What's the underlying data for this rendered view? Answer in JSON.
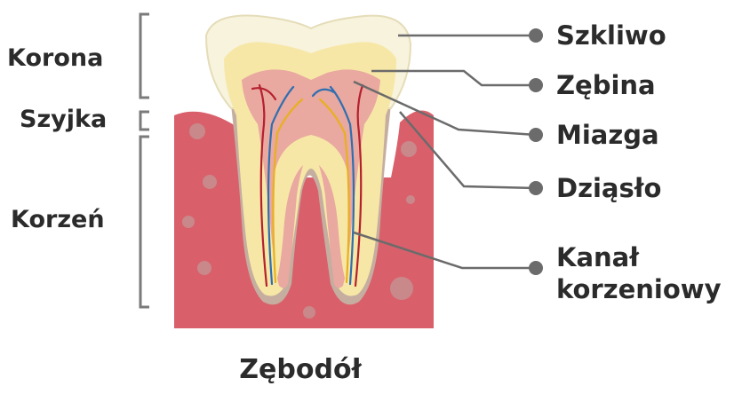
{
  "sections": {
    "crown": "Korona",
    "neck": "Szyjka",
    "root": "Korzeń"
  },
  "parts": {
    "enamel": "Szkliwo",
    "dentin": "Zębina",
    "pulp": "Miazga",
    "gum": "Dziąsło",
    "canal_line1": "Kanał",
    "canal_line2": "korzeniowy"
  },
  "bottom_label": "Zębodół",
  "colors": {
    "gum": "#d9606b",
    "gum_spot": "#c9888a",
    "enamel": "#f7f3dd",
    "dentin": "#f7e7a6",
    "dentin_edge": "#c5aea0",
    "pulp": "#e9a8a0",
    "artery": "#b5202e",
    "vein": "#2f6fb0",
    "nerve": "#e8b020",
    "leader": "#6b6b6b",
    "bracket": "#7a7a7a",
    "text": "#2b2b2b"
  }
}
